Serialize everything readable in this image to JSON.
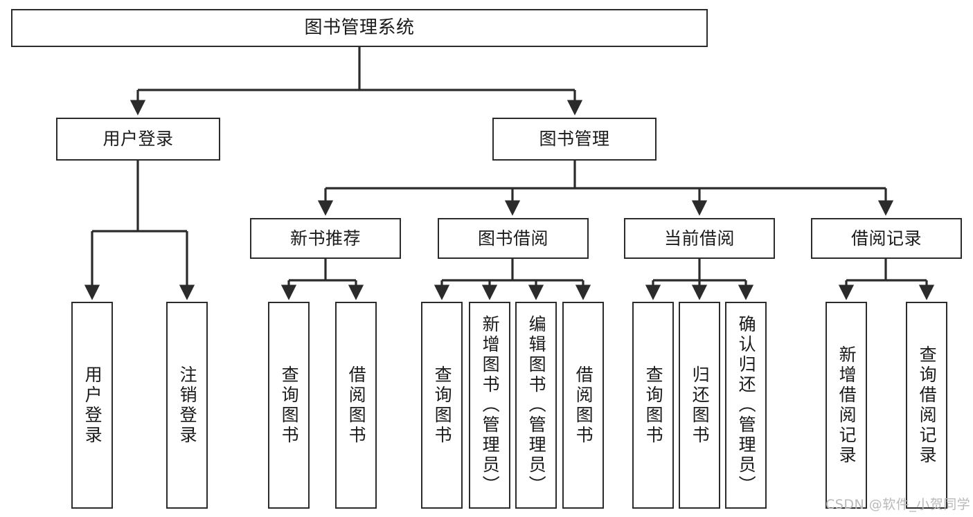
{
  "diagram": {
    "type": "tree-hierarchy",
    "title": "图书管理系统",
    "root": {
      "id": "root",
      "label": "图书管理系统"
    },
    "level1": [
      {
        "id": "user-login",
        "label": "用户登录"
      },
      {
        "id": "book-mgmt",
        "label": "图书管理"
      }
    ],
    "level2": [
      {
        "id": "new-book-rec",
        "label": "新书推荐",
        "parent": "book-mgmt"
      },
      {
        "id": "book-borrow",
        "label": "图书借阅",
        "parent": "book-mgmt"
      },
      {
        "id": "current-borrow",
        "label": "当前借阅",
        "parent": "book-mgmt"
      },
      {
        "id": "borrow-record",
        "label": "借阅记录",
        "parent": "book-mgmt"
      }
    ],
    "leaves": [
      {
        "id": "leaf-user-login",
        "label": "用户登录",
        "parent": "user-login"
      },
      {
        "id": "leaf-logout",
        "label": "注销登录",
        "parent": "user-login"
      },
      {
        "id": "leaf-query-book-1",
        "label": "查询图书",
        "parent": "new-book-rec"
      },
      {
        "id": "leaf-borrow-book-1",
        "label": "借阅图书",
        "parent": "new-book-rec"
      },
      {
        "id": "leaf-query-book-2",
        "label": "查询图书",
        "parent": "book-borrow"
      },
      {
        "id": "leaf-add-book",
        "label": "新增图书（管理员）",
        "parent": "book-borrow"
      },
      {
        "id": "leaf-edit-book",
        "label": "编辑图书（管理员）",
        "parent": "book-borrow"
      },
      {
        "id": "leaf-borrow-book-2",
        "label": "借阅图书",
        "parent": "book-borrow"
      },
      {
        "id": "leaf-query-book-3",
        "label": "查询图书",
        "parent": "current-borrow"
      },
      {
        "id": "leaf-return-book",
        "label": "归还图书",
        "parent": "current-borrow"
      },
      {
        "id": "leaf-confirm-return",
        "label": "确认归还（管理员）",
        "parent": "current-borrow"
      },
      {
        "id": "leaf-add-record",
        "label": "新增借阅记录",
        "parent": "borrow-record"
      },
      {
        "id": "leaf-query-record",
        "label": "查询借阅记录",
        "parent": "borrow-record"
      }
    ],
    "colors": {
      "stroke": "#2b2b2b",
      "fill": "#ffffff",
      "text": "#1a1a1a",
      "watermark": "#b9b9b9"
    }
  },
  "watermark": {
    "text": "CSDN @软件_小贺同学"
  }
}
